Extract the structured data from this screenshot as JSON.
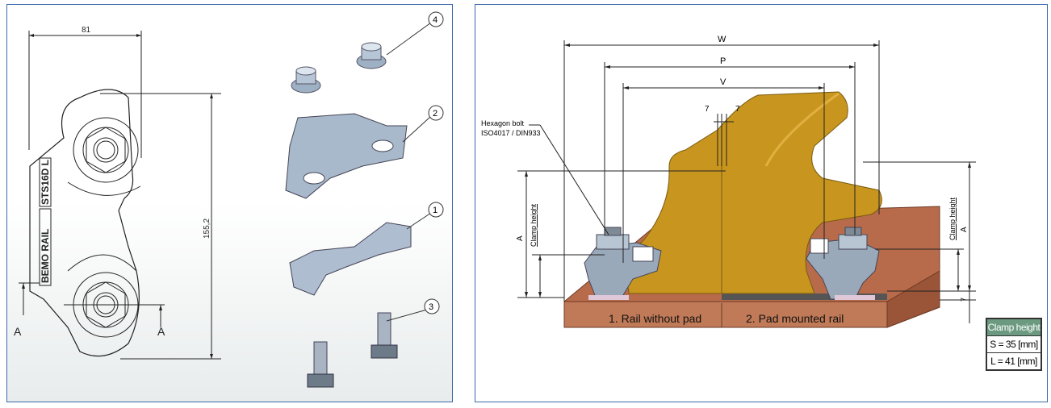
{
  "left_drawing": {
    "dim_width": "81",
    "dim_height": "155,2",
    "section_label_left": "A",
    "section_label_right": "A",
    "marking_1": "BEMO RAIL",
    "marking_2": "STS16D L",
    "callouts": [
      "1",
      "2",
      "3",
      "4"
    ]
  },
  "right_drawing": {
    "dim_w": "W",
    "dim_p": "P",
    "dim_v": "V",
    "dim_gap_left": "7",
    "dim_gap_right": "7",
    "bolt_label_line1": "Hexagon bolt",
    "bolt_label_line2": "ISO4017 / DIN933",
    "dim_a_left": "A",
    "clamp_height_left": "Clamp height",
    "dim_a_right": "A",
    "clamp_height_right": "Clamp height",
    "dim_pad": "7",
    "label_rail_without_pad": "1. Rail without pad",
    "label_pad_mounted_rail": "2. Pad mounted rail",
    "colors": {
      "rail": "#c8961e",
      "base": "#b86b4b",
      "clamp": "#9aa9ba",
      "table_header": "#6b9a80"
    }
  },
  "clamp_table": {
    "header": "Clamp height",
    "rows": [
      "S = 35 [mm]",
      "L = 41 [mm]"
    ]
  }
}
